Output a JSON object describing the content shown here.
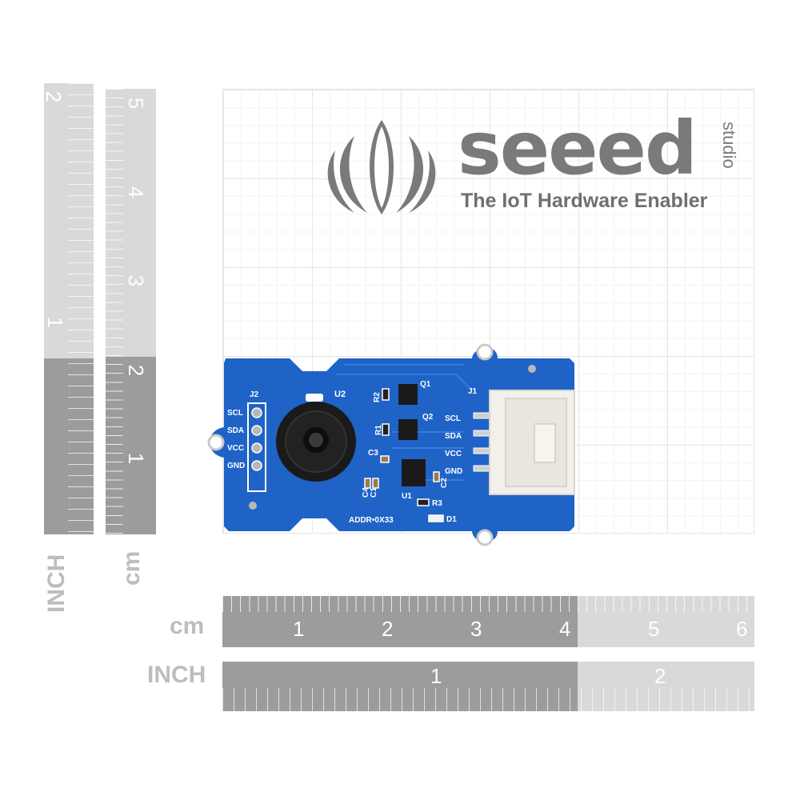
{
  "logo": {
    "wordmark": "seeed",
    "studio": "studio",
    "tagline": "The IoT Hardware Enabler"
  },
  "rulers": {
    "vertical_inch": {
      "label": "INCH",
      "numbers": [
        "2",
        "1"
      ]
    },
    "vertical_cm": {
      "label": "cm",
      "numbers": [
        "5",
        "4",
        "3",
        "2",
        "1"
      ]
    },
    "horizontal_cm": {
      "label": "cm",
      "numbers": [
        "1",
        "2",
        "3",
        "4",
        "5",
        "6"
      ]
    },
    "horizontal_inch": {
      "label": "INCH",
      "numbers": [
        "1",
        "2"
      ]
    }
  },
  "board": {
    "color": "#1f63c7",
    "header_left": {
      "ref": "J2",
      "pins": [
        "SCL",
        "SDA",
        "VCC",
        "GND"
      ]
    },
    "header_right": {
      "ref": "J1",
      "pins": [
        "SCL",
        "SDA",
        "VCC",
        "GND"
      ]
    },
    "labels": {
      "u2": "U2",
      "r2": "R2",
      "q1": "Q1",
      "q2": "Q2",
      "r1": "R1",
      "c3": "C3",
      "c2": "C2",
      "c4": "C4",
      "c1": "C1",
      "u1": "U1",
      "r3": "R3",
      "d1": "D1",
      "addr": "ADDR•0X33"
    }
  }
}
